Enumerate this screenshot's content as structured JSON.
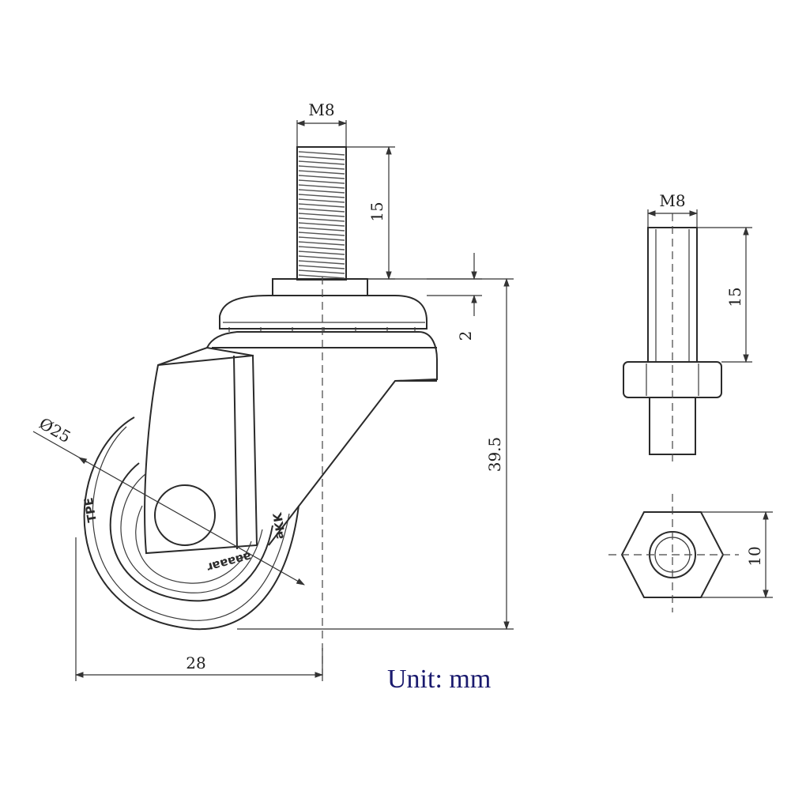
{
  "unit_label": "Unit: mm",
  "dimensions": {
    "stem_thread": "M8",
    "stem_length": "15",
    "plate_thickness": "2",
    "overall_height": "39.5",
    "wheel_diameter": "Ø25",
    "overall_width": "28",
    "side_thread": "M8",
    "side_length": "15",
    "nut_width": "10"
  },
  "wheel_marking": "TPE",
  "colors": {
    "line": "#2a2a2a",
    "unit_text": "#1a1a6e"
  }
}
